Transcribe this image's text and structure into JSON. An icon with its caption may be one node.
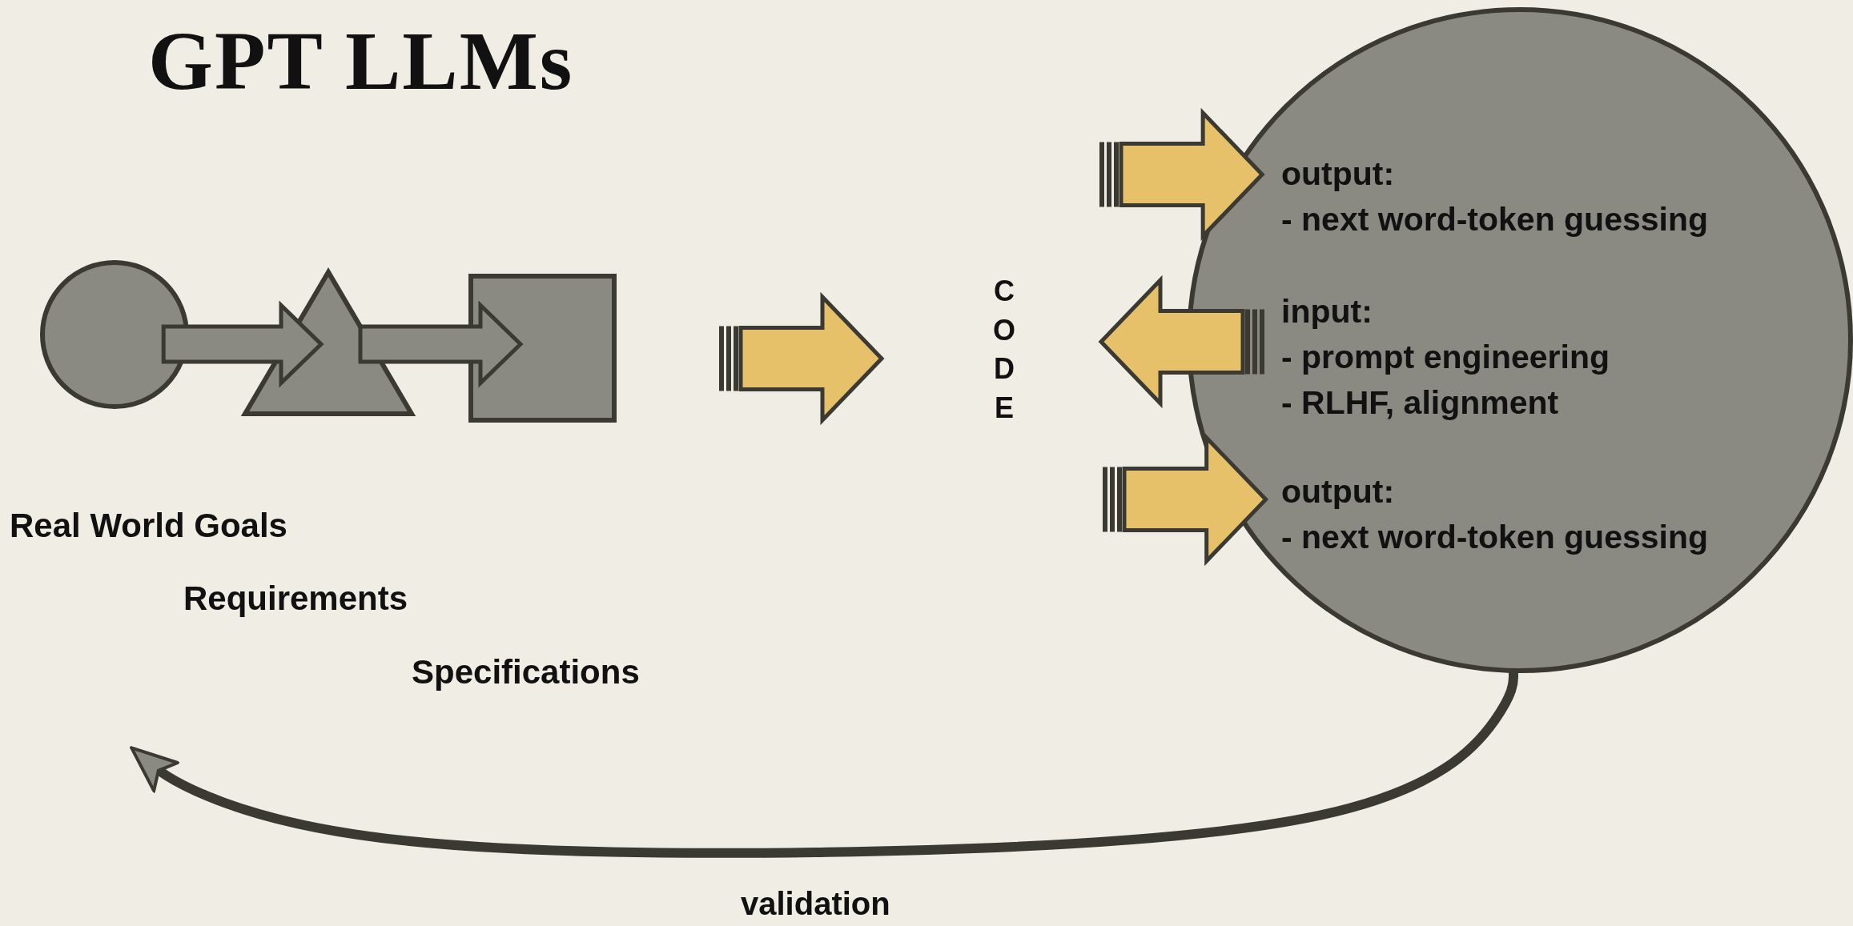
{
  "diagram": {
    "title": "GPT LLMs",
    "nodes": [
      {
        "text": [],
        "shape": "circle"
      },
      {
        "text": [],
        "shape": "triangle"
      },
      {
        "text": [],
        "shape": "box"
      },
      {
        "text": [
          "CODE"
        ]
      },
      {
        "text": [
          "output:",
          "- next word-token guessing",
          "input:",
          "- prompt engineering",
          "- RLHF, alignment",
          "output:",
          "- next word-token guessing"
        ]
      }
    ],
    "edges": [
      {
        "from": 0,
        "to": 1,
        "arrow": "to"
      },
      {
        "from": 1,
        "to": 2,
        "arrow": "to"
      },
      {
        "from": 2,
        "to": 3,
        "arrow": "to",
        "color": "#e6c16a"
      },
      {
        "from": 3,
        "to": 4,
        "arrow": "to",
        "color": "#e6c16a"
      },
      {
        "from": 4,
        "to": 3,
        "arrow": "to",
        "color": "#e6c16a"
      },
      {
        "from": 3,
        "to": 4,
        "arrow": "to",
        "color": "#e6c16a"
      },
      {
        "from": 4,
        "to": null,
        "arrow": "to",
        "label": "validation"
      }
    ],
    "labels": [
      "Real World Goals",
      "Requirements",
      "Specifications"
    ]
  }
}
